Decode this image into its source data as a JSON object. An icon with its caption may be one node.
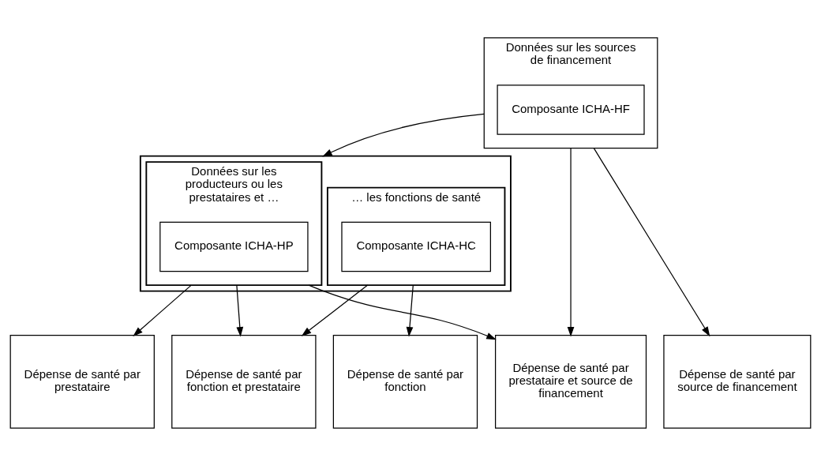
{
  "diagram": {
    "nodes": [
      {
        "text": [
          "Données sur les sources de financement"
        ]
      },
      {
        "text": [
          "Composante ICHA-HF"
        ],
        "in": 0
      },
      {
        "text": [],
        "shape": "box"
      },
      {
        "text": [
          "Données sur les producteurs ou les prestataires et …"
        ],
        "in": 2
      },
      {
        "text": [
          "Composante ICHA-HP"
        ],
        "in": 3
      },
      {
        "text": [
          "… les fonctions de santé"
        ],
        "in": 2
      },
      {
        "text": [
          "Composante ICHA-HC"
        ],
        "in": 5
      },
      {
        "text": [
          "Dépense de santé par source de financement"
        ]
      },
      {
        "text": [
          "Dépense de santé par prestataire et source de financement"
        ]
      },
      {
        "text": [
          "Dépense de santé par prestataire"
        ]
      },
      {
        "text": [
          "Dépense de santé par fonction et prestataire"
        ]
      },
      {
        "text": [
          "Dépense de santé par fonction"
        ]
      }
    ],
    "edges": [
      {
        "from": 0,
        "to": 2,
        "arrow": "to"
      },
      {
        "from": 0,
        "to": 7,
        "arrow": "to"
      },
      {
        "from": 0,
        "to": 8,
        "arrow": "to"
      },
      {
        "from": 3,
        "to": 8,
        "arrow": "to"
      },
      {
        "from": 3,
        "to": 9,
        "arrow": "to"
      },
      {
        "from": 3,
        "to": 10,
        "arrow": "to"
      },
      {
        "from": 5,
        "to": 10,
        "arrow": "to"
      },
      {
        "from": 5,
        "to": 11,
        "arrow": "to"
      }
    ]
  }
}
